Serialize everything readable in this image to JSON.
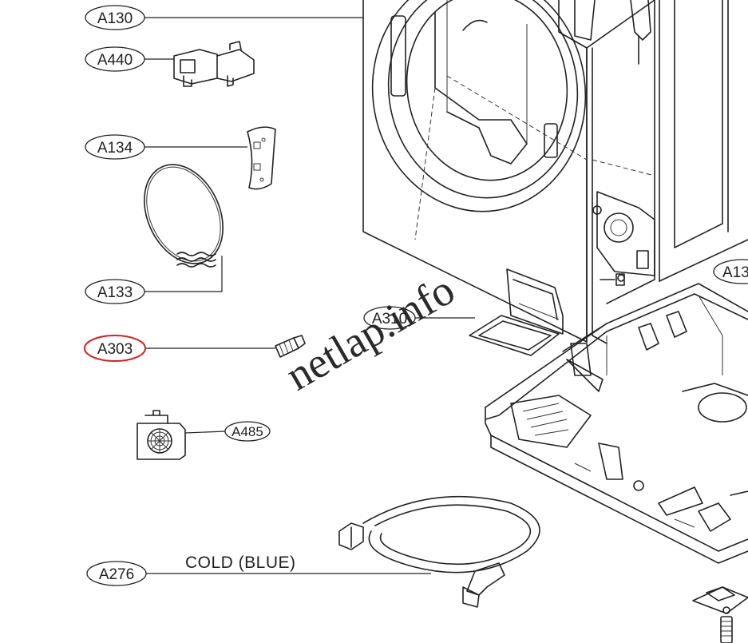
{
  "callouts": {
    "a130": "A130",
    "a440": "A440",
    "a134": "A134",
    "a133": "A133",
    "a303": "A303",
    "a485": "A485",
    "a276": "A276",
    "a310": "A310",
    "a13x": "A13"
  },
  "captions": {
    "cold_hose": "COLD (BLUE)"
  },
  "watermark": "netlap.info",
  "highlight_color": "#d42020"
}
